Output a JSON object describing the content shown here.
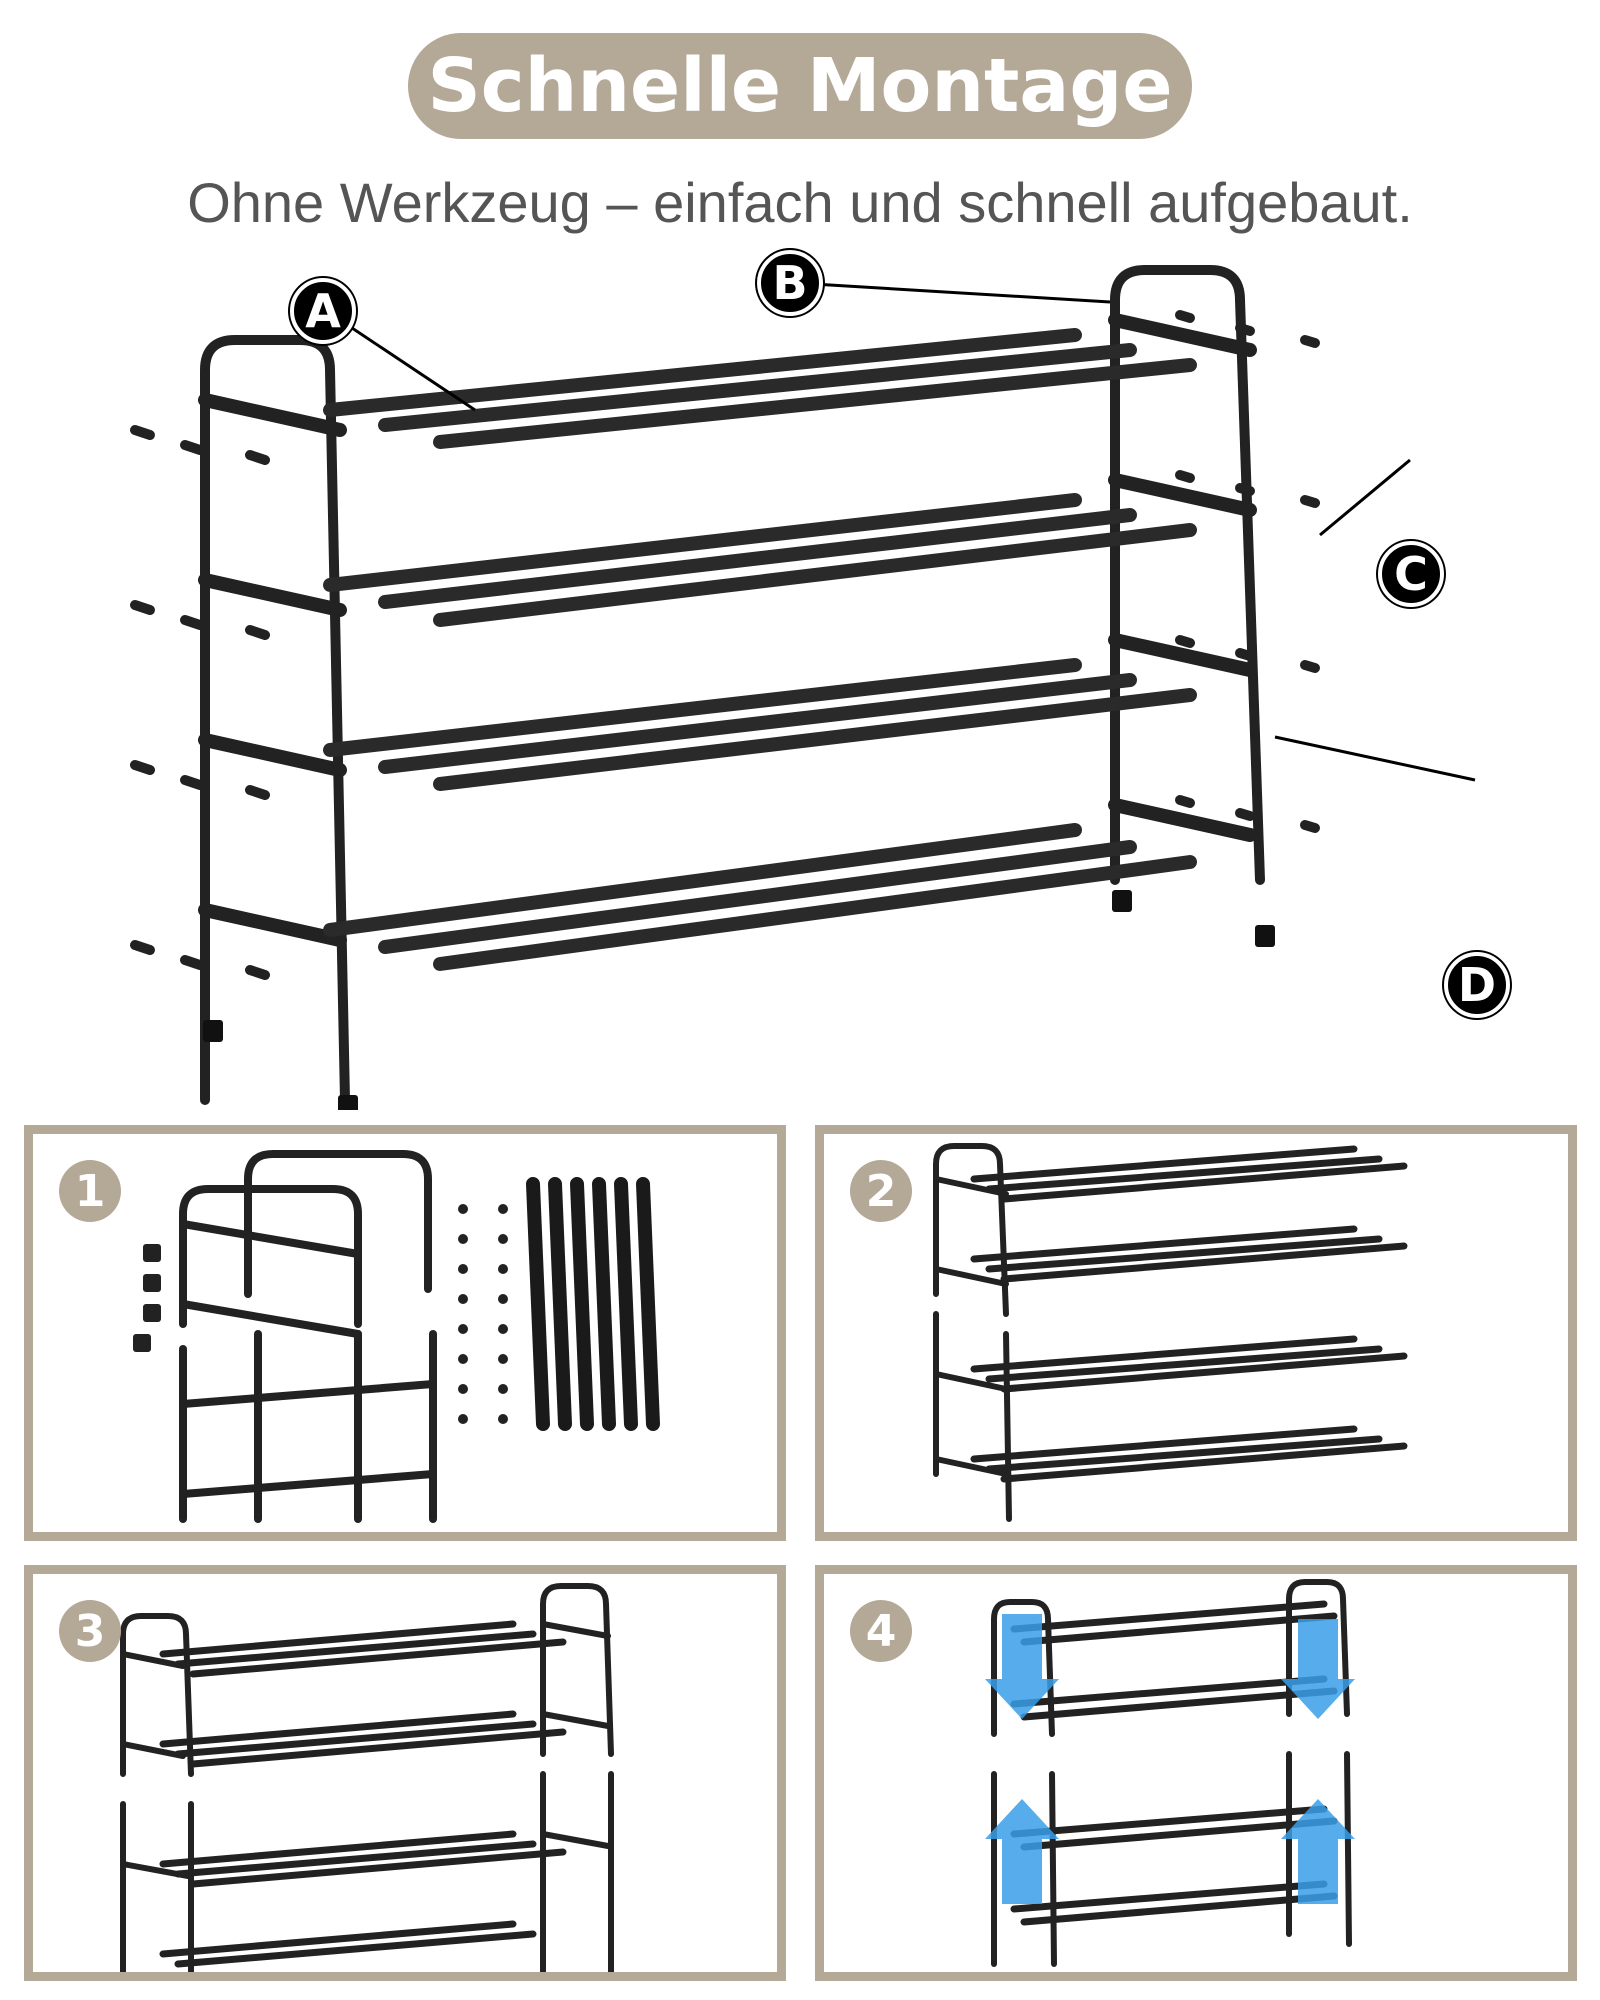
{
  "header": {
    "title": "Schnelle Montage",
    "subtitle": "Ohne Werkzeug – einfach und schnell aufgebaut."
  },
  "callouts": [
    "A",
    "B",
    "C",
    "D"
  ],
  "steps": [
    "1",
    "2",
    "3",
    "4"
  ],
  "colors": {
    "accent": "#b4a897",
    "frame": "#1e1e1e",
    "arrow": "#3a9ee8"
  }
}
